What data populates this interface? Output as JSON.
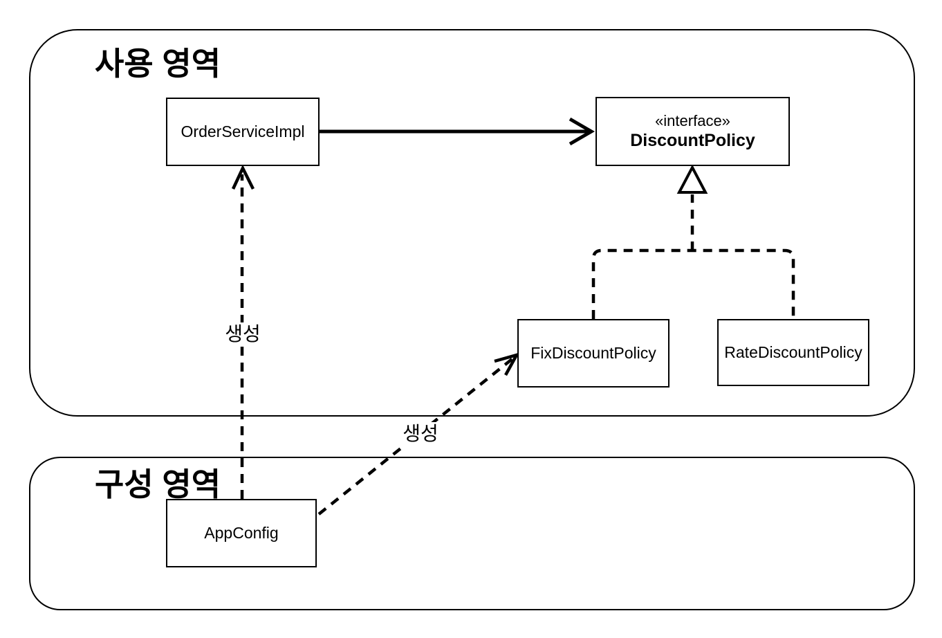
{
  "regions": {
    "usage": {
      "title": "사용 영역"
    },
    "config": {
      "title": "구성 영역"
    }
  },
  "nodes": {
    "orderServiceImpl": {
      "label": "OrderServiceImpl"
    },
    "discountPolicy": {
      "stereotype": "«interface»",
      "name": "DiscountPolicy"
    },
    "fixDiscountPolicy": {
      "label": "FixDiscountPolicy"
    },
    "rateDiscountPolicy": {
      "label": "RateDiscountPolicy"
    },
    "appConfig": {
      "label": "AppConfig"
    }
  },
  "edges": {
    "dependency": {
      "from": "OrderServiceImpl",
      "to": "DiscountPolicy",
      "style": "solid-open-arrow",
      "label": ""
    },
    "realizationFix": {
      "from": "FixDiscountPolicy",
      "to": "DiscountPolicy",
      "style": "dashed-hollow-triangle",
      "label": ""
    },
    "realizationRate": {
      "from": "RateDiscountPolicy",
      "to": "DiscountPolicy",
      "style": "dashed-hollow-triangle",
      "label": ""
    },
    "createOrderService": {
      "from": "AppConfig",
      "to": "OrderServiceImpl",
      "style": "dashed-open-arrow",
      "label": "생성"
    },
    "createFixDiscount": {
      "from": "AppConfig",
      "to": "FixDiscountPolicy",
      "style": "dashed-open-arrow",
      "label": "생성"
    }
  },
  "colors": {
    "line": "#000000",
    "background": "#ffffff",
    "box_fill": "#ffffff"
  }
}
